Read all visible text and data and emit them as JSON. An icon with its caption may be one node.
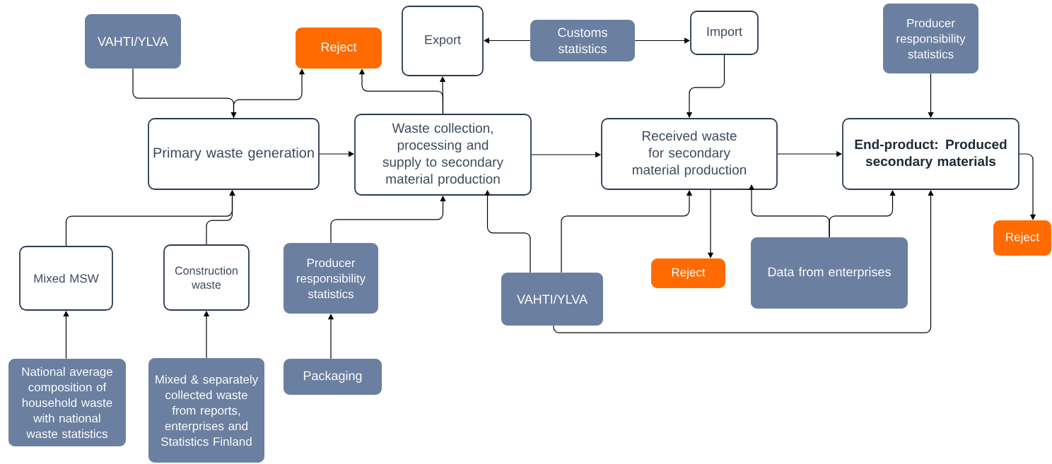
{
  "diagram": {
    "nodes": [
      {
        "text": [
          "VAHTI/YLVA"
        ]
      },
      {
        "text": [
          "Reject"
        ]
      },
      {
        "text": [
          "Export"
        ]
      },
      {
        "text": [
          "Customs statistics"
        ]
      },
      {
        "text": [
          "Import"
        ]
      },
      {
        "text": [
          "Producer responsibility statistics"
        ]
      },
      {
        "text": [
          "Primary waste generation"
        ]
      },
      {
        "text": [
          "Waste collection, processing and supply to secondary material production"
        ]
      },
      {
        "text": [
          "Received waste for secondary material production"
        ]
      },
      {
        "text": [
          "End-product: Produced secondary materials"
        ]
      },
      {
        "text": [
          "Reject"
        ]
      },
      {
        "text": [
          "Mixed MSW"
        ]
      },
      {
        "text": [
          "Construction waste"
        ]
      },
      {
        "text": [
          "Producer responsibility statistics"
        ]
      },
      {
        "text": [
          "VAHTI/YLVA"
        ]
      },
      {
        "text": [
          "Reject"
        ]
      },
      {
        "text": [
          "Data from enterprises"
        ]
      },
      {
        "text": [
          "National average composition of household waste with national waste statistics"
        ]
      },
      {
        "text": [
          "Mixed & separately collected waste from reports, enterprises and Statistics Finland"
        ]
      },
      {
        "text": [
          "Packaging"
        ]
      }
    ],
    "edges": [
      {
        "from": 0,
        "to": 6,
        "arrow": "to"
      },
      {
        "from": 6,
        "to": 1,
        "arrow": "to"
      },
      {
        "from": 7,
        "to": 1,
        "arrow": "to"
      },
      {
        "from": 7,
        "to": 2,
        "arrow": "to"
      },
      {
        "from": 3,
        "to": 2,
        "arrow": "to"
      },
      {
        "from": 3,
        "to": 4,
        "arrow": "to"
      },
      {
        "from": 4,
        "to": 8,
        "arrow": "to"
      },
      {
        "from": 5,
        "to": 9,
        "arrow": "to"
      },
      {
        "from": 6,
        "to": 7,
        "arrow": "to"
      },
      {
        "from": 7,
        "to": 8,
        "arrow": "to"
      },
      {
        "from": 8,
        "to": 9,
        "arrow": "to"
      },
      {
        "from": 9,
        "to": 10,
        "arrow": "to"
      },
      {
        "from": 8,
        "to": 15,
        "arrow": "to"
      },
      {
        "from": 11,
        "to": 6,
        "arrow": "to"
      },
      {
        "from": 12,
        "to": 6,
        "arrow": "to"
      },
      {
        "from": 17,
        "to": 11,
        "arrow": "to"
      },
      {
        "from": 18,
        "to": 12,
        "arrow": "to"
      },
      {
        "from": 19,
        "to": 13,
        "arrow": "to"
      },
      {
        "from": 13,
        "to": 7,
        "arrow": "to"
      },
      {
        "from": 14,
        "to": 7,
        "arrow": "to"
      },
      {
        "from": 14,
        "to": 8,
        "arrow": "to"
      },
      {
        "from": 14,
        "to": 9,
        "arrow": "to"
      },
      {
        "from": 16,
        "to": 8,
        "arrow": "to"
      },
      {
        "from": 16,
        "to": 9,
        "arrow": "to"
      }
    ]
  }
}
